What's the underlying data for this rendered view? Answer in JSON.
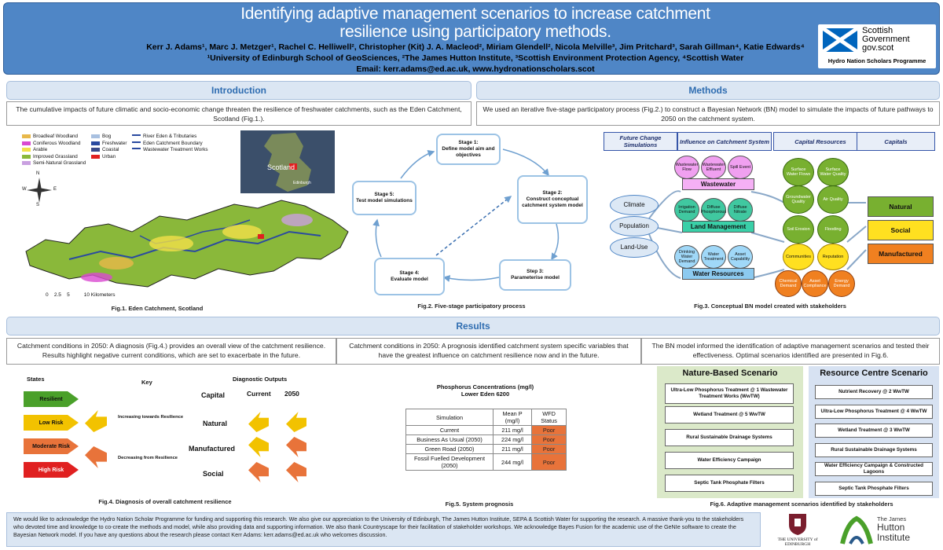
{
  "header": {
    "title_line1": "Identifying adaptive management scenarios to increase catchment",
    "title_line2": "resilience using participatory methods.",
    "authors": "Kerr J. Adams¹,  Marc J. Metzger¹, Rachel C. Helliwell², Christopher (Kit) J. A. Macleod², Miriam Glendell², Nicola Melville³, Jim Pritchard³, Sarah Gillman⁴, Katie Edwards⁴",
    "affiliations": "¹University of Edinburgh School of GeoSciences, ²The James Hutton Institute, ³Scottish Environment Protection Agency, ⁴Scottish Water",
    "email": "Email:  kerr.adams@ed.ac.uk,  www.hydronationscholars.scot",
    "logo_line1": "Scottish",
    "logo_line2": "Government",
    "logo_line3": "gov.scot",
    "logo_sub": "Hydro Nation Scholars Programme"
  },
  "intro": {
    "heading": "Introduction",
    "text": "The cumulative impacts of future climatic and socio-economic change threaten the resilience of freshwater catchments, such as the Eden Catchment, Scotland (Fig.1.)."
  },
  "methods": {
    "heading": "Methods",
    "text": "We used an iterative five-stage participatory process (Fig.2.) to construct a Bayesian Network (BN) model to simulate the impacts of future pathways to 2050 on the catchment system."
  },
  "fig1": {
    "legend": [
      "Broadleaf Woodland",
      "Coniferous Woodland",
      "Arable",
      "Improved Grassland",
      "Semi-Natural Grassland",
      "Bog",
      "Freshwater",
      "Coastal",
      "Urban",
      "River Eden & Tributaries",
      "Eden Catchment Boundary",
      "Wastewater Treatment Works"
    ],
    "legend_colors": [
      "#e8b84a",
      "#d94ad1",
      "#f2e04a",
      "#8ab83a",
      "#c9a0e0",
      "#a8c0e0",
      "#2a4aa0",
      "#3a4a8a",
      "#e02020"
    ],
    "inset_label": "Scotland",
    "inset_sub": "Edinburgh",
    "scale": "0    2.5    5          10 Kilometers",
    "compass_n": "N",
    "compass_s": "S",
    "compass_e": "E",
    "compass_w": "W",
    "caption": "Fig.1. Eden Catchment, Scotland"
  },
  "fig2": {
    "stages": [
      "Stage 1:\nDefine model aim and objectives",
      "Stage 2:\nConstruct conceptual catchment system model",
      "Step 3:\nParameterise model",
      "Stage 4:\nEvaluate model",
      "Stage 5:\nTest model simulations"
    ],
    "caption": "Fig.2. Five-stage participatory process"
  },
  "fig3": {
    "headers": [
      "Future Change Simulations",
      "Influence on Catchment System",
      "Capital Resources",
      "Capitals"
    ],
    "drivers": [
      "Climate",
      "Population",
      "Land-Use"
    ],
    "ww_nodes": [
      "Wastewater Flow",
      "Wastewater Effluent",
      "Spill Event"
    ],
    "ww_label": "Wastewater",
    "lm_nodes": [
      "Irrigation Demand",
      "Diffuse Phosphorous",
      "Diffuse Nitrate"
    ],
    "lm_label": "Land Management",
    "wr_nodes": [
      "Drinking Water Demand",
      "Water Treatment",
      "Asset Capability"
    ],
    "wr_label": "Water Resources",
    "green_nodes": [
      "Surface Water Flows",
      "Surface Water Quality",
      "Groundwater Quality",
      "Air Quality",
      "Soil Erosion",
      "Flooding"
    ],
    "yellow_nodes": [
      "Communities",
      "Reputation"
    ],
    "orange_nodes": [
      "Chemical Demand",
      "Asset Compliance",
      "Energy Demand"
    ],
    "capitals": [
      "Natural",
      "Social",
      "Manufactured"
    ],
    "caption": "Fig.3. Conceptual  BN model created with  stakeholders"
  },
  "results": {
    "heading": "Results",
    "text1": "Catchment conditions in 2050: A diagnosis (Fig.4.) provides an overall view of the catchment resilience. Results highlight negative current conditions, which are set to exacerbate in the future.",
    "text2": "Catchment conditions in 2050: A prognosis identified catchment system specific variables that have the greatest influence on catchment resilience now and in the future.",
    "text3": "The BN model informed the identification of adaptive management scenarios and tested their effectiveness. Optimal scenarios identified are presented in Fig.6."
  },
  "fig4": {
    "states_label": "States",
    "key_label": "Key",
    "outputs_label": "Diagnostic  Outputs",
    "current": "Current",
    "y2050": "2050",
    "capital_label": "Capital",
    "states": [
      "Resilient",
      "Low Risk",
      "Moderate Risk",
      "High Risk"
    ],
    "state_colors": [
      "#4aa02a",
      "#f2c200",
      "#e8733a",
      "#e02020"
    ],
    "key_up": "Increasing towards Resilience",
    "key_down": "Decreasing from Resilience",
    "capitals": [
      "Natural",
      "Manufactured",
      "Social"
    ],
    "caption": "Fig.4. Diagnosis of overall catchment resilience"
  },
  "fig5": {
    "title1": "Phosphorus Concentrations (mg/l)",
    "title2": "Lower Eden 6200",
    "columns": [
      "Simulation",
      "Mean P (mg/l)",
      "WFD Status"
    ],
    "rows": [
      [
        "Current",
        "211 mg/l",
        "Poor"
      ],
      [
        "Business As Usual (2050)",
        "224 mg/l",
        "Poor"
      ],
      [
        "Green Road (2050)",
        "211 mg/l",
        "Poor"
      ],
      [
        "Fossil Fuelled Development (2050)",
        "244 mg/l",
        "Poor"
      ]
    ],
    "caption": "Fig.5. System prognosis"
  },
  "fig6": {
    "nature_title": "Nature-Based Scenario",
    "nature": [
      "Ultra-Low Phosphorus Treatment @ 1 Wastewater Treatment Works (WwTW)",
      "Wetland Treatment @ 5 WwTW",
      "Rural Sustainable Drainage Systems",
      "Water Efficiency Campaign",
      "Septic Tank Phosphate Filters"
    ],
    "resource_title": "Resource Centre Scenario",
    "resource": [
      "Nutrient Recovery @ 2 WwTW",
      "Ultra-Low Phosphorus Treatment @ 4 WwTW",
      "Wetland Treatment @ 3 WwTW",
      "Rural Sustainable Drainage Systems",
      "Water Efficiency Campaign & Constructed Lagoons",
      "Septic Tank Phosphate Filters"
    ],
    "caption": "Fig.6. Adaptive management scenarios identified  by stakeholders"
  },
  "footer": {
    "text": "We would like to acknowledge the Hydro Nation Scholar Programme for funding and supporting this research. We also give our appreciation to the University of Edinburgh, The James Hutton Institute, SEPA & Scottish Water for supporting the research.  A massive thank-you to the stakeholders who devoted time and knowledge to co-create the methods and model, while also providing data and supporting information. We also thank Countryscape for their facilitation of stakeholder workshops. We acknowledge Bayes Fusion for the academic use of the GeNIe software to create the Bayesian Network model. If you have any questions about the research please contact Kerr Adams: kerr.adams@ed.ac.uk who welcomes discussion.",
    "uoe": "THE UNIVERSITY of EDINBURGH",
    "hutton1": "The James",
    "hutton2": "Hutton",
    "hutton3": "Institute"
  }
}
